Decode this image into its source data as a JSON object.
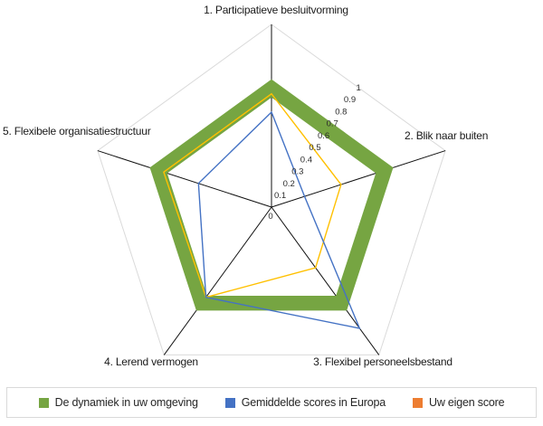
{
  "chart_data": {
    "type": "radar",
    "title": "",
    "categories": [
      "1. Participatieve besluitvorming",
      "2. Blik naar buiten",
      "3. Flexibel personeelsbestand",
      "4. Lerend vermogen",
      "5. Flexibele organisatiestructuur"
    ],
    "value_axis": {
      "min": 0,
      "max": 1,
      "tick_step": 0.1,
      "tick_labels": [
        "0",
        "0.1",
        "0.2",
        "0.3",
        "0.4",
        "0.5",
        "0.6",
        "0.7",
        "0.8",
        "0.9",
        "1"
      ]
    },
    "series": [
      {
        "name": "De dynamiek in uw omgeving",
        "type": "band",
        "inner_value": 0.6,
        "outer_value": 0.7,
        "color": "#76A542"
      },
      {
        "name": "Uw eigen score",
        "type": "line",
        "values": [
          0.62,
          0.4,
          0.41,
          0.61,
          0.62
        ],
        "color": "#FFC000"
      },
      {
        "name": "Gemiddelde scores in Europa",
        "type": "line",
        "values": [
          0.52,
          0.19,
          0.82,
          0.61,
          0.42
        ],
        "color": "#4472C4"
      }
    ],
    "grid": {
      "outline_color": "#dadada",
      "spoke_color": "#111111",
      "rings_visible": false
    },
    "legend_position": "bottom"
  },
  "legend": {
    "items": [
      {
        "label": "De dynamiek in uw omgeving",
        "color": "#76A542"
      },
      {
        "label": "Gemiddelde scores in Europa",
        "color": "#4472C4"
      },
      {
        "label": "Uw eigen score",
        "color": "#ED7D31"
      }
    ]
  }
}
